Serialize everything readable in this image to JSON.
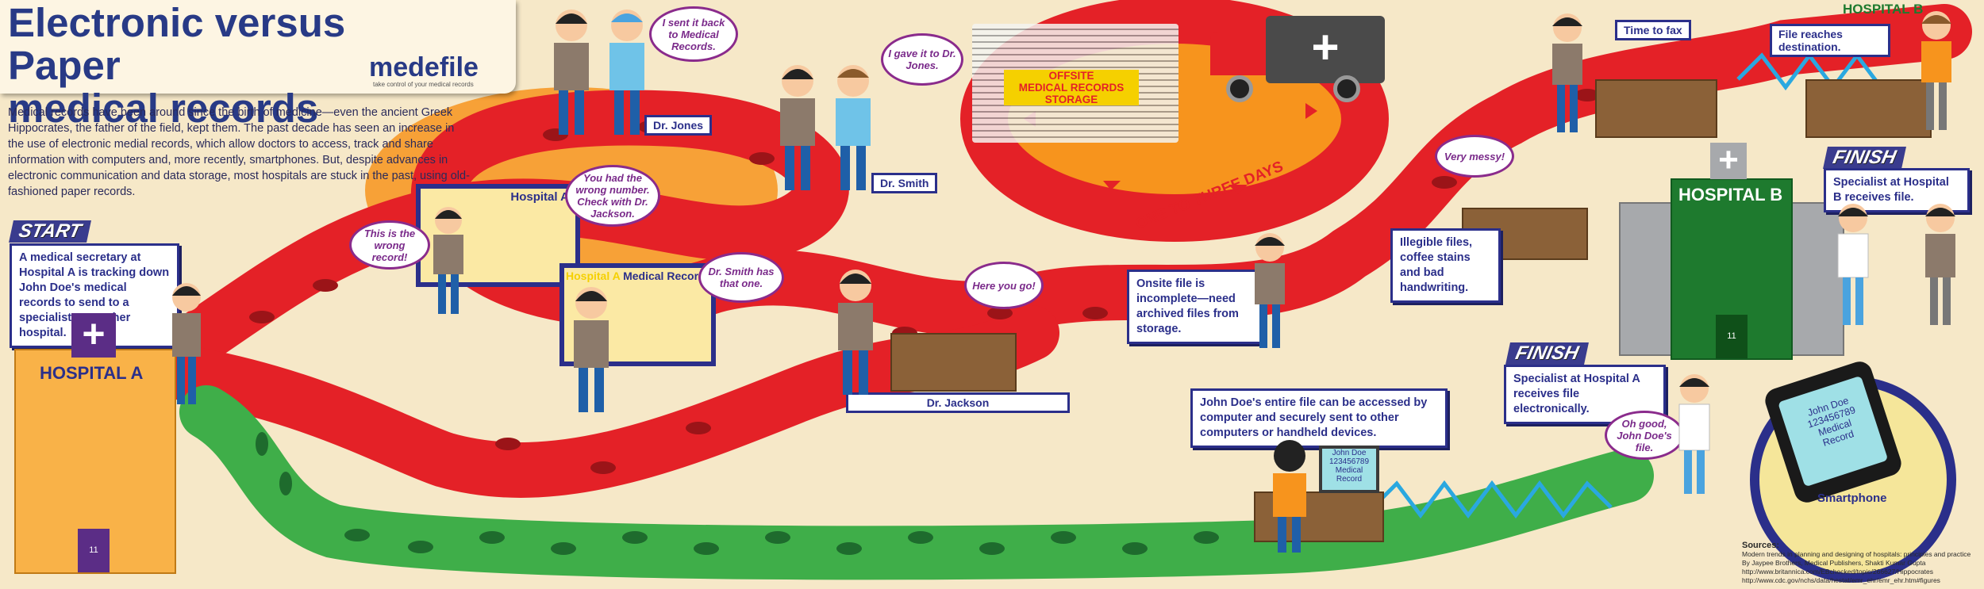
{
  "title": {
    "line1": "Electronic versus Paper",
    "line2": "medical records"
  },
  "logo": {
    "name": "medefile",
    "tagline": "take control of your medical records"
  },
  "intro": "Medical records have been around since the birth of medicine—even the ancient Greek Hippocrates, the father of the field, kept them. The past decade has seen an increase in the use of electronic medial records, which allow doctors to access, track and share information with computers and, more recently, smartphones. But, despite advances in electronic communication and data storage, most hospitals are stuck in the past, using old-fashioned paper records.",
  "start": {
    "banner": "START",
    "note": "A medical secretary at Hospital A is tracking down John Doe's medical records to send to a specialist at another hospital."
  },
  "hospital_a": {
    "sign": "HOSPITAL A",
    "door": "11"
  },
  "hospital_a_window": {
    "label": "Hospital A",
    "bubble_patient": "This is the wrong record!",
    "bubble_clerk": "You had the wrong number. Check with Dr. Jackson."
  },
  "hospital_a_records": {
    "label_prefix": "Hospital A",
    "label_suffix": "Medical Records",
    "bubble": "Dr. Smith has that one."
  },
  "dr_jones": {
    "label": "Dr. Jones",
    "bubble": "I sent it back to Medical Records."
  },
  "dr_smith": {
    "label": "Dr. Smith",
    "bubble": "I gave it to Dr. Jones."
  },
  "dr_jackson": {
    "label": "Dr. Jackson",
    "bubble": "Here you go!"
  },
  "offsite": {
    "line1": "OFFSITE",
    "line2": "MEDICAL RECORDS",
    "line3": "STORAGE"
  },
  "loop_label": "ONE TO THREE DAYS",
  "onsite_note": "Onsite file is incomplete—need archived files from storage.",
  "messy": {
    "bubble": "Very messy!",
    "note": "Illegible files, coffee stains and bad handwriting."
  },
  "fax": {
    "label": "Time to fax"
  },
  "file_reaches": {
    "label": "File reaches destination."
  },
  "hospital_b": {
    "top_label": "HOSPITAL B",
    "sign": "HOSPITAL B",
    "door": "11"
  },
  "finish_paper": {
    "banner": "FINISH",
    "note": "Specialist at Hospital B receives file."
  },
  "finish_electronic": {
    "banner": "FINISH",
    "note": "Specialist at Hospital A receives file electronically.",
    "bubble": "Oh good, John Doe's file."
  },
  "electronic_note": "John Doe's entire file can be accessed by computer and securely sent to other computers or handheld devices.",
  "monitor": {
    "line1": "John Doe",
    "line2": "123456789",
    "line3": "Medical",
    "line4": "Record"
  },
  "smartphone": {
    "label": "Smartphone",
    "line1": "John Doe",
    "line2": "123456789",
    "line3": "Medical",
    "line4": "Record"
  },
  "sources": {
    "heading": "Sources:",
    "lines": [
      "Modern trends in planning and designing of hospitals: principles and practice",
      "By Jaypee Brothers, Medical Publishers, Shakti Kumar Gupta",
      "http://www.britannica.com/EBchecked/topic/266627/Hippocrates",
      "http://www.cdc.gov/nchs/data/hestat/emr_ehr/emr_ehr.htm#figures"
    ]
  },
  "colors": {
    "paper_path": "#e42127",
    "electronic_path": "#3fae49",
    "accent_orange": "#f7941d",
    "navy": "#2b2f8a",
    "purple": "#8a2b8c"
  }
}
